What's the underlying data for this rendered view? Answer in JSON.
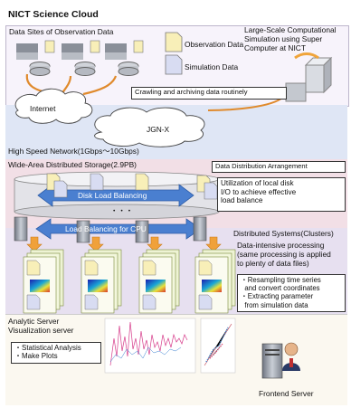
{
  "title": "NICT Science Cloud",
  "observation": {
    "label": "Data Sites of Observation Data",
    "legend_obs": "Observation Data",
    "legend_sim": "Simulation Data"
  },
  "supercomputer": {
    "line1": "Large-Scale Computational",
    "line2": "Simulation using Super",
    "line3": "Computer at NICT"
  },
  "crawling": "Crawling and archiving data routinely",
  "internet": "Internet",
  "jgn": "JGN-X",
  "network": "High Speed Network(1Gbps～10Gbps)",
  "storage": "Wide-Area Distributed Storage(2.9PB)",
  "arrangement": "Data Distribution Arrangement",
  "disk_lb": "Disk Load Balancing",
  "dots": "・・・",
  "cpu_lb": "Load Balancing for CPU",
  "local_io": {
    "line1": "Utilization of local disk",
    "line2": "I/O to achieve effective",
    "line3": "load balance"
  },
  "distributed": "Distributed Systems(Clusters)",
  "intensive": {
    "line1": "Data-intensive processing",
    "line2": "(same processing is applied",
    "line3": "to plenty of data files)"
  },
  "bullets": {
    "line1": "・Resampling time series",
    "line2": "  and convert coordinates",
    "line3": "・Extracting parameter",
    "line4": "  from simulation data"
  },
  "analytic": {
    "line1": "Analytic Server",
    "line2": "Visualization server"
  },
  "analysis": {
    "line1": "・Statistical Analysis",
    "line2": "・Make Plots"
  },
  "frontend": "Frontend Server",
  "colors": {
    "band_blue": "#dfe6f5",
    "band_pink": "#f2dfe6",
    "band_purple": "#e7e0f0",
    "band_yellow": "#fbf0cf",
    "arrow_blue": "#4a7fd0",
    "obs_doc": "#f8efb8",
    "sim_doc": "#d8dcf2"
  }
}
